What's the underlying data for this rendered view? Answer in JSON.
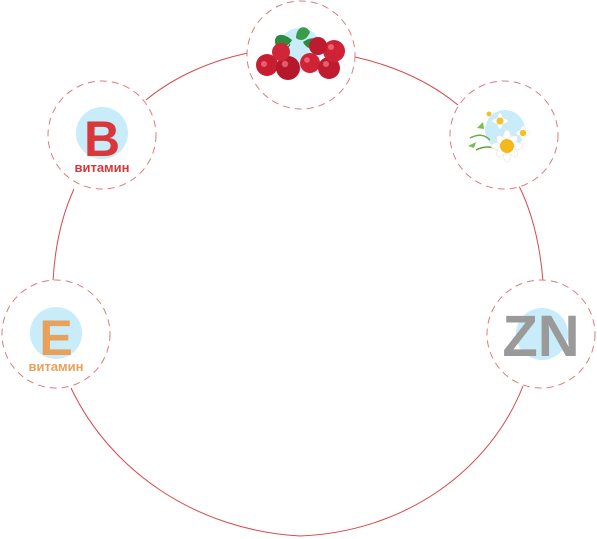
{
  "nodes": {
    "vitamin_b": {
      "letter": "B",
      "word": "витамин",
      "color": "#d9373a"
    },
    "vitamin_e": {
      "letter": "E",
      "word": "витамин",
      "color": "#e8a15a"
    },
    "zinc": {
      "label": "ZN",
      "color": "#9a9a9a"
    },
    "cranberry": {
      "icon": "cranberry-icon"
    },
    "chamomile": {
      "icon": "chamomile-icon"
    }
  },
  "colors": {
    "ring_line": "#d94848",
    "dashed_circle": "#e07a7a",
    "icon_halo": "#c8ecfa"
  }
}
